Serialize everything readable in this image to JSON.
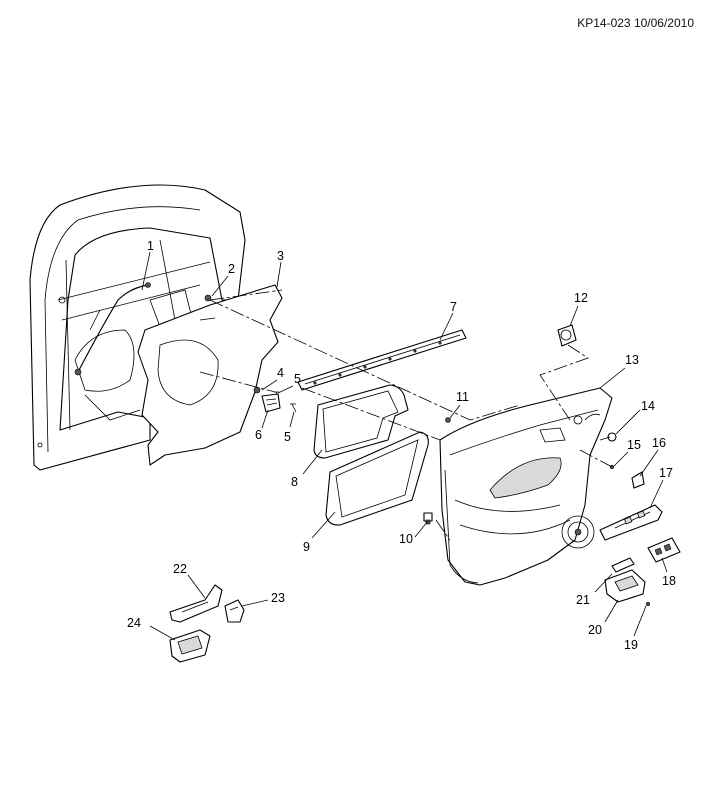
{
  "header": {
    "code": "KP14-023 10/06/2010"
  },
  "callouts": {
    "c1": "1",
    "c2": "2",
    "c3": "3",
    "c4": "4",
    "c5a": "5",
    "c5b": "5",
    "c6": "6",
    "c7": "7",
    "c8": "8",
    "c9": "9",
    "c10": "10",
    "c11": "11",
    "c12": "12",
    "c13": "13",
    "c14": "14",
    "c15": "15",
    "c16": "16",
    "c17": "17",
    "c18": "18",
    "c19": "19",
    "c20": "20",
    "c21": "21",
    "c22": "22",
    "c23": "23",
    "c24": "24"
  }
}
